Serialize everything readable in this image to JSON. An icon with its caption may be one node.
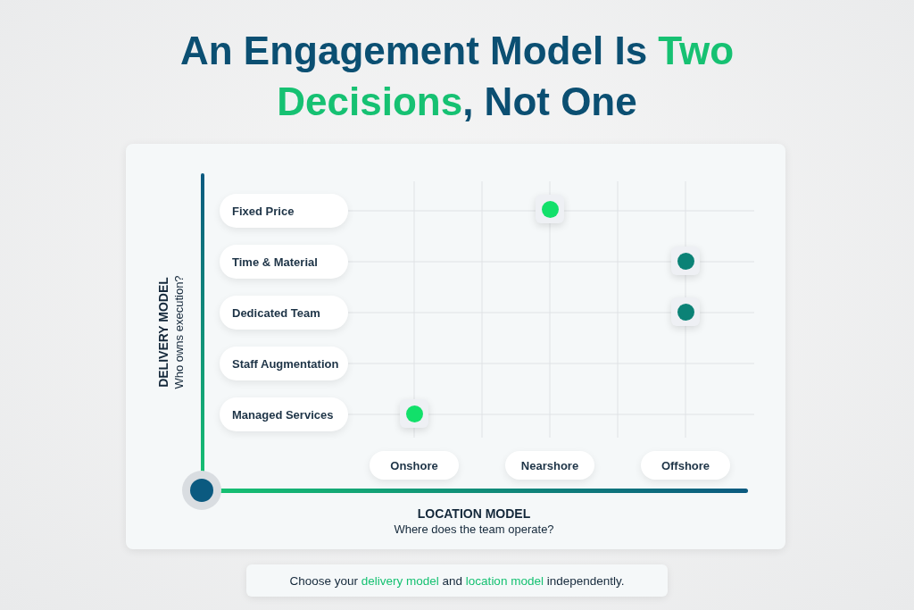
{
  "diagram": {
    "title": "An Engagement Model Is **Two Decisions**, Not One",
    "caption": "Choose your **delivery model** and **location model** independently.",
    "nodes": [
      {
        "text": [
          "Fixed Price"
        ]
      },
      {
        "text": [
          "Time & Material"
        ]
      },
      {
        "text": [
          "Dedicated Team"
        ]
      },
      {
        "text": [
          "Staff Augmentation"
        ]
      },
      {
        "text": [
          "Managed Services"
        ]
      },
      {
        "text": [
          "Onshore"
        ]
      },
      {
        "text": [
          "Nearshore"
        ]
      },
      {
        "text": [
          "Offshore"
        ]
      },
      {
        "text": [],
        "shape": "circle"
      },
      {
        "text": [],
        "shape": "circle"
      },
      {
        "text": [],
        "shape": "circle"
      },
      {
        "text": [],
        "shape": "circle"
      }
    ],
    "labels": [
      "DELIVERY MODEL",
      "Who owns execution?",
      "LOCATION MODEL",
      "Where does the team operate?"
    ]
  }
}
